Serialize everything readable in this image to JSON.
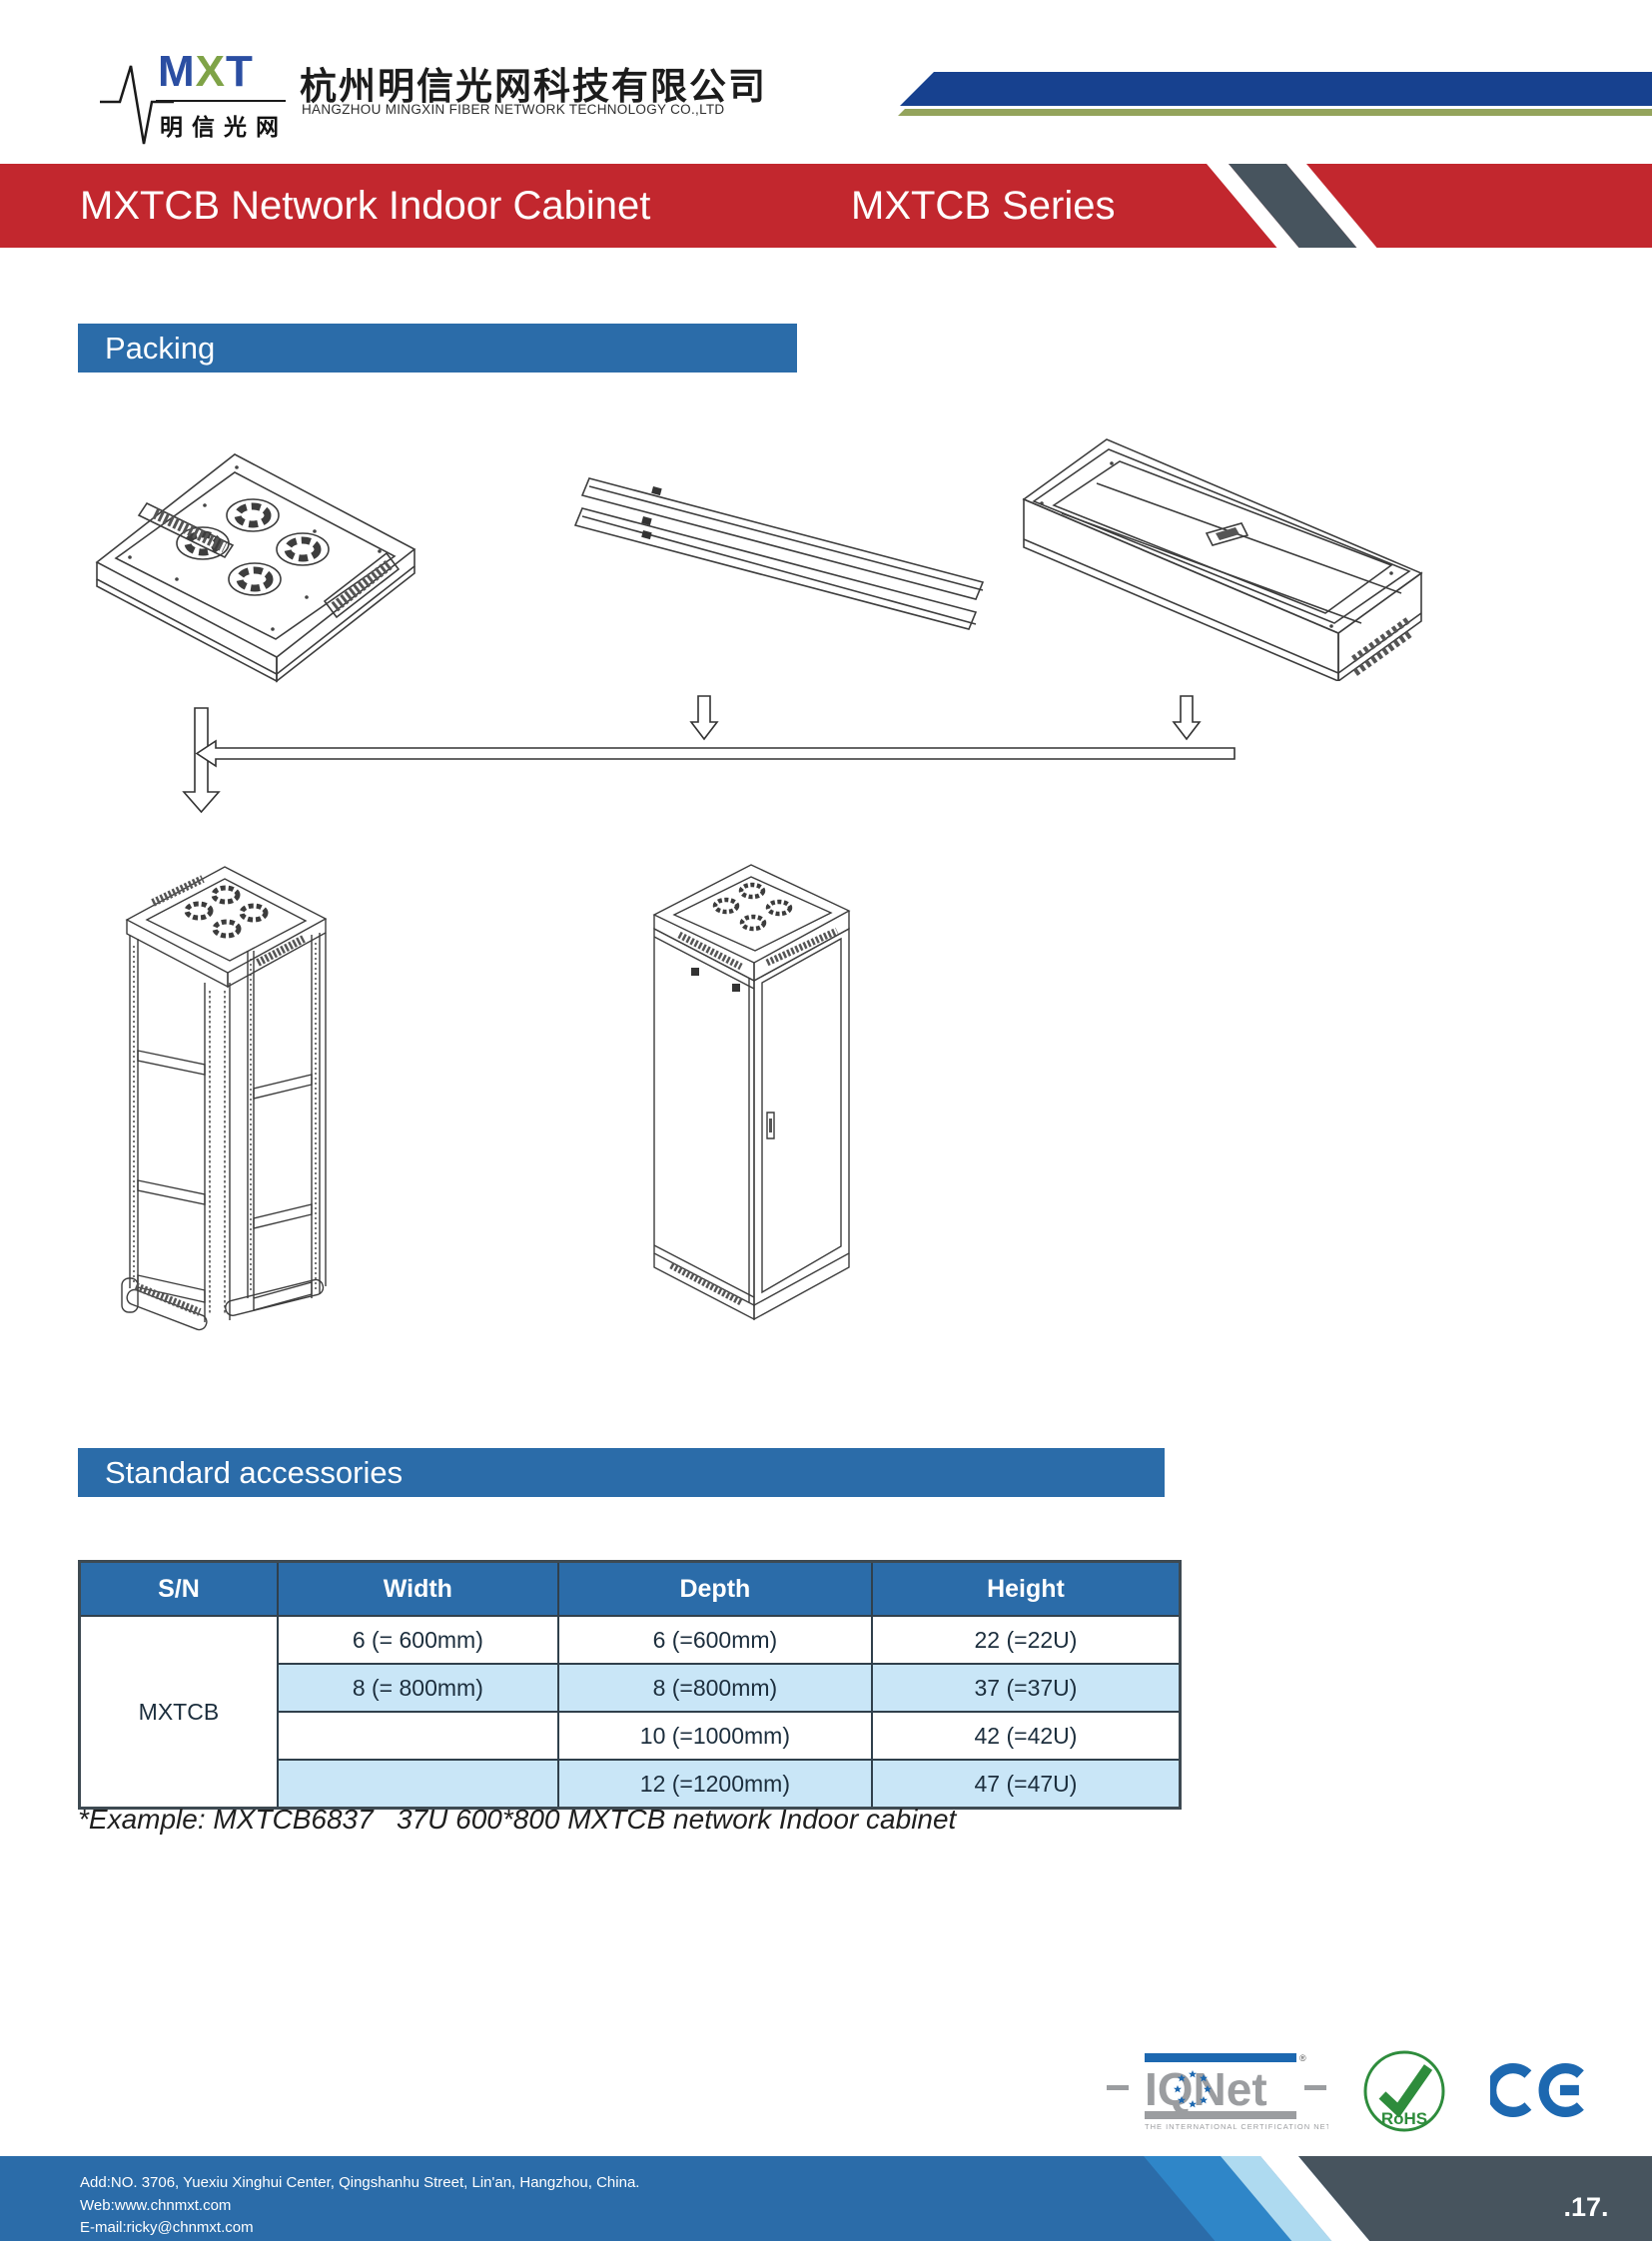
{
  "header": {
    "logo": {
      "letters": [
        "M",
        "X",
        "T"
      ],
      "letter_colors": [
        "#2B4EA2",
        "#7FA347",
        "#2B4EA2"
      ],
      "sub": "明信光网",
      "pulse_icon": "pulse-line-icon"
    },
    "company_cn": "杭州明信光网科技有限公司",
    "company_en": "HANGZHOU MINGXIN FIBER NETWORK TECHNOLOGY CO.,LTD"
  },
  "banner": {
    "title": "MXTCB Network Indoor Cabinet",
    "series": "MXTCB Series",
    "bg_color": "#C2272E",
    "stripe_color": "#47545E"
  },
  "sections": {
    "packing": "Packing",
    "accessories": "Standard accessories"
  },
  "diagrams": {
    "top_cover": "fan-top-cover-drawing",
    "side_panels": "side-panels-drawing",
    "packed_crate": "packed-crate-drawing",
    "flow_arrows": "packing-flow-arrows",
    "open_frame": "open-frame-cabinet-drawing",
    "assembled": "assembled-cabinet-drawing"
  },
  "table": {
    "columns": [
      "S/N",
      "Width",
      "Depth",
      "Height"
    ],
    "sn": "MXTCB",
    "rows": [
      {
        "width": "6 (= 600mm)",
        "depth": "6 (=600mm)",
        "height": "22 (=22U)"
      },
      {
        "width": "8 (= 800mm)",
        "depth": "8 (=800mm)",
        "height": "37 (=37U)"
      },
      {
        "width": "",
        "depth": "10 (=1000mm)",
        "height": "42 (=42U)"
      },
      {
        "width": "",
        "depth": "12 (=1200mm)",
        "height": "47 (=47U)"
      }
    ],
    "header_bg": "#2B6CA9",
    "alt_row_bg": "#C9E6F7"
  },
  "example_note": "*Example: MXTCB6837   37U 600*800 MXTCB network Indoor cabinet",
  "certifications": {
    "iqnet": {
      "name": "IQNet",
      "reg": "®",
      "tagline": "THE INTERNATIONAL CERTIFICATION NETWORK",
      "gray": "#9B9DA0",
      "blue": "#1D68B0"
    },
    "rohs": {
      "label": "RoHS",
      "green": "#2E8C3C"
    },
    "ce": {
      "label": "CE",
      "blue": "#1D68B0"
    }
  },
  "footer": {
    "address": "Add:NO. 3706, Yuexiu Xinghui Center, Qingshanhu Street, Lin'an, Hangzhou, China.",
    "web": "Web:www.chnmxt.com",
    "email": "E-mail:ricky@chnmxt.com",
    "page": ".17.",
    "bar_color": "#2B6CA9",
    "corner_color": "#47545E"
  },
  "colors": {
    "section_blue": "#2B6CA9",
    "banner_red": "#C2272E",
    "navy_swoosh": "#17418F",
    "olive_line": "#94A45C",
    "stripe_mid_blue": "#2F86C8",
    "stripe_pale_blue": "#AEDAF0",
    "slate": "#47545E"
  }
}
